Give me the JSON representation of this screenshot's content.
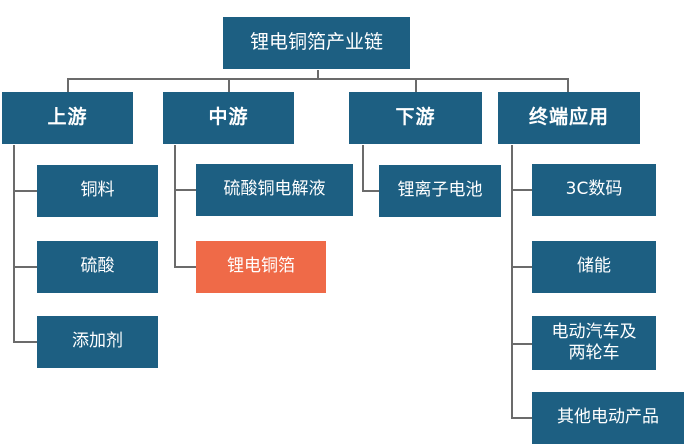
{
  "root": {
    "label": "锂电铜箔产业链"
  },
  "categories": [
    {
      "label": "上游",
      "items": [
        "铜料",
        "硫酸",
        "添加剂"
      ]
    },
    {
      "label": "中游",
      "items": [
        "硫酸铜电解液",
        "锂电铜箔"
      ]
    },
    {
      "label": "下游",
      "items": [
        "锂离子电池"
      ]
    },
    {
      "label": "终端应用",
      "items": [
        "3C数码",
        "储能",
        "电动汽车及\n两轮车",
        "其他电动产品"
      ]
    }
  ],
  "colors": {
    "box": "#1d5f82",
    "highlight": "#ef6a48",
    "connector": "#6b6b6b"
  }
}
